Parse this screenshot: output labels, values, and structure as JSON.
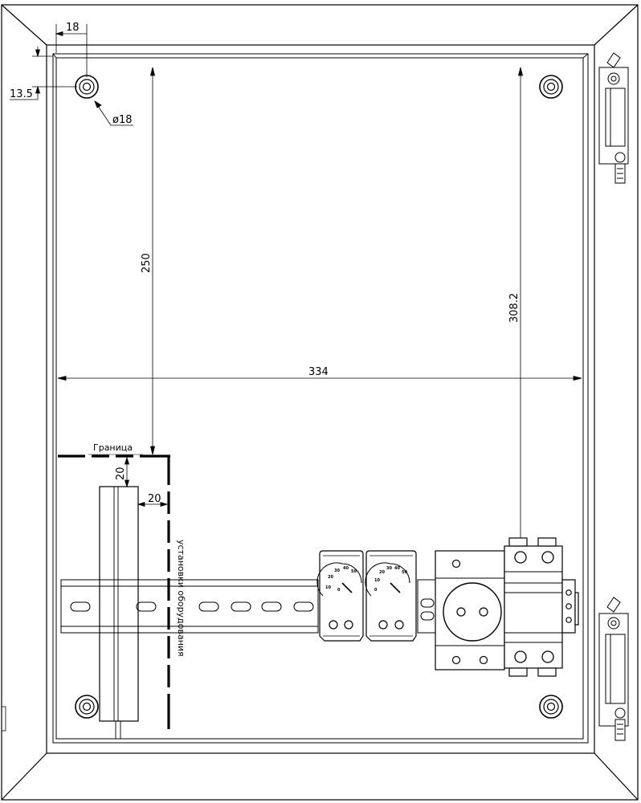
{
  "drawing": {
    "dimensions": {
      "offset_x": "18",
      "offset_y": "13.5",
      "hole_diameter": "ø18",
      "height_to_boundary": "250",
      "height_to_breaker": "308.2",
      "mounting_width": "334",
      "duct_gap_top": "20",
      "duct_gap_right": "20"
    },
    "labels": {
      "boundary": "Граница",
      "equipment_install": "установки оборудования"
    },
    "thermostats": [
      {
        "scale": [
          "10",
          "20",
          "30",
          "40",
          "50",
          "0"
        ]
      },
      {
        "scale": [
          "0",
          "10",
          "20",
          "30",
          "40",
          "50"
        ]
      }
    ]
  }
}
